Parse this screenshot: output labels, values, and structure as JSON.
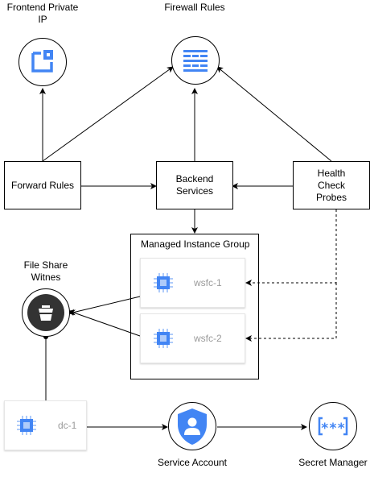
{
  "nodes": {
    "frontend_ip": {
      "label": "Frontend Private IP"
    },
    "firewall": {
      "label": "Firewall Rules"
    },
    "forward_rules": {
      "label": "Forward Rules"
    },
    "backend_services": {
      "label": "Backend Services"
    },
    "health_check": {
      "label": "Health Check Probes"
    },
    "mig": {
      "label": "Managed Instance Group"
    },
    "wsfc1": {
      "label": "wsfc-1",
      "icon": "compute-engine-icon"
    },
    "wsfc2": {
      "label": "wsfc-2",
      "icon": "compute-engine-icon"
    },
    "fsw": {
      "label": "File Share Witnes",
      "icon": "storage-bucket-icon"
    },
    "dc1": {
      "label": "dc-1",
      "icon": "compute-engine-icon"
    },
    "service_account": {
      "label": "Service Account",
      "icon": "service-account-icon"
    },
    "secret_manager": {
      "label": "Secret Manager",
      "icon": "secret-manager-icon"
    }
  },
  "edges": [
    {
      "from": "forward_rules",
      "to": "frontend_ip",
      "style": "solid"
    },
    {
      "from": "forward_rules",
      "to": "firewall",
      "style": "solid"
    },
    {
      "from": "backend_services",
      "to": "firewall",
      "style": "solid"
    },
    {
      "from": "health_check",
      "to": "firewall",
      "style": "solid"
    },
    {
      "from": "forward_rules",
      "to": "backend_services",
      "style": "solid"
    },
    {
      "from": "health_check",
      "to": "backend_services",
      "style": "solid"
    },
    {
      "from": "backend_services",
      "to": "mig",
      "style": "solid"
    },
    {
      "from": "wsfc1",
      "to": "fsw",
      "style": "solid"
    },
    {
      "from": "wsfc2",
      "to": "fsw",
      "style": "solid"
    },
    {
      "from": "dc1",
      "to": "fsw",
      "style": "solid"
    },
    {
      "from": "health_check",
      "to": "wsfc1",
      "style": "dashed"
    },
    {
      "from": "health_check",
      "to": "wsfc2",
      "style": "dashed"
    },
    {
      "from": "dc1",
      "to": "service_account",
      "style": "solid"
    },
    {
      "from": "service_account",
      "to": "secret_manager",
      "style": "solid"
    }
  ],
  "colors": {
    "gcp_blue": "#4285f4",
    "gcp_blue_light": "#aecbfa",
    "line": "#000000",
    "card_text": "#9a9a9a"
  }
}
